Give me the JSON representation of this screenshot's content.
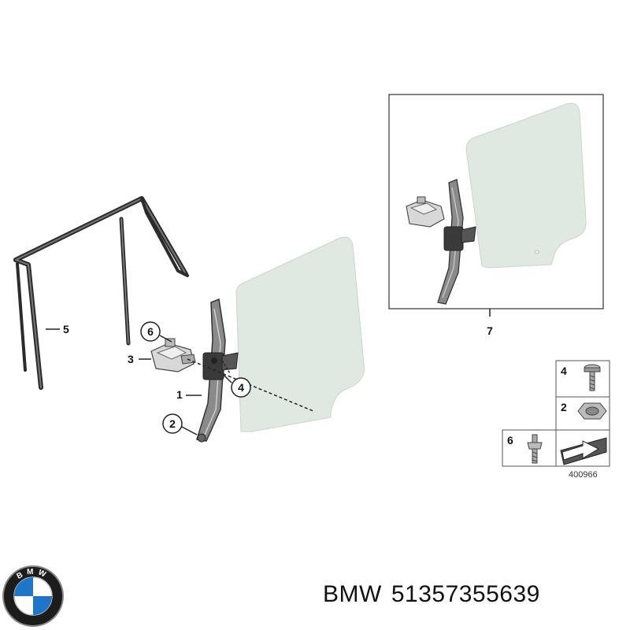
{
  "callouts": {
    "n1": "1",
    "n2": "2",
    "n3": "3",
    "n4": "4",
    "n5": "5",
    "n6": "6",
    "n7": "7"
  },
  "legend": {
    "row1": "4",
    "row2": "2",
    "row3": "6",
    "diagram_ref": "400966"
  },
  "logo": {
    "text": "BMW"
  },
  "brand": {
    "name": "BMW",
    "part_number": "51357355639"
  },
  "colors": {
    "glass": "#dfe9e1",
    "glass_edge": "#c9d6cc",
    "seal": "#2b2b2b",
    "frame": "#555555",
    "logo_blue": "#1f75c6"
  }
}
